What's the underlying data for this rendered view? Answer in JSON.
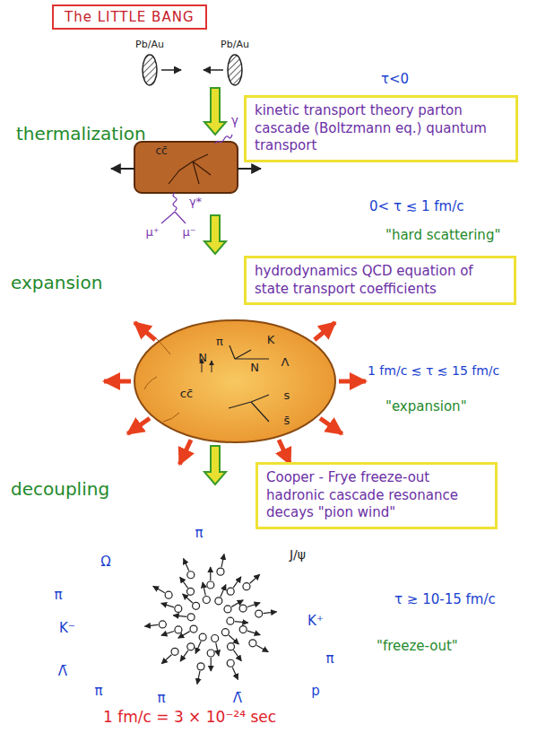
{
  "diagram": {
    "title": "The LITTLE BANG",
    "nodes": [
      {
        "text": [
          "kinetic transport theory parton cascade (Boltzmann eq.) quantum transport"
        ]
      },
      {
        "text": [
          "hydrodynamics QCD equation of state transport coefficients"
        ]
      },
      {
        "text": [
          "Cooper - Frye freeze-out hadronic cascade resonance decays \"pion wind\""
        ]
      }
    ],
    "labels": [
      "Pb/Au",
      "Pb/Au",
      "τ<0",
      "thermalization",
      "γ",
      "cc̄",
      "γ*",
      "μ⁺",
      "μ⁻",
      "0< τ ≲ 1 fm/c",
      "\"hard scattering\"",
      "expansion",
      "π",
      "K",
      "N",
      "N",
      "Λ",
      "cc̄",
      "s",
      "s̄",
      "1 fm/c ≲ τ ≲ 15 fm/c",
      "\"expansion\"",
      "decoupling",
      "Ω",
      "π",
      "J/ψ",
      "π",
      "K⁻",
      "K⁺",
      "τ ≳ 10-15 fm/c",
      "π",
      "\"freeze-out\"",
      "Λ̄",
      "π",
      "π",
      "Λ̄",
      "p",
      "1 fm/c = 3 × 10⁻²⁴ sec"
    ]
  }
}
